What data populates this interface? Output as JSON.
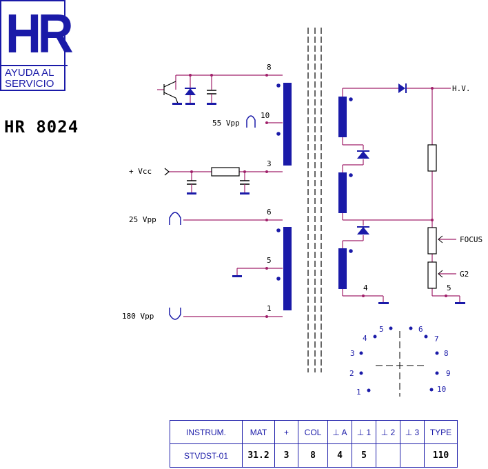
{
  "logo": {
    "big": "HR",
    "line1": "AYUDA AL",
    "line2": "SERVICIO"
  },
  "title": "HR 8024",
  "labels": {
    "hv": "H.V.",
    "focus": "FOCUS",
    "g2": "G2",
    "vcc": "+ Vcc",
    "v55": "55 Vpp",
    "v25": "25 Vpp",
    "v180": "180 Vpp"
  },
  "pins": {
    "p8": "8",
    "p10": "10",
    "p3": "3",
    "p6": "6",
    "p5": "5",
    "p1": "1",
    "p4_sec": "4",
    "p5_sec": "5"
  },
  "connector_pins": [
    "1",
    "2",
    "3",
    "4",
    "5",
    "6",
    "7",
    "8",
    "9",
    "10"
  ],
  "table": {
    "headers": [
      "INSTRUM.",
      "MAT",
      "+",
      "COL",
      "⊥ A",
      "⊥ 1",
      "⊥ 2",
      "⊥ 3",
      "TYPE"
    ],
    "values": [
      "STVDST-01",
      "31.2",
      "3",
      "8",
      "4",
      "5",
      "",
      "",
      "110"
    ]
  }
}
